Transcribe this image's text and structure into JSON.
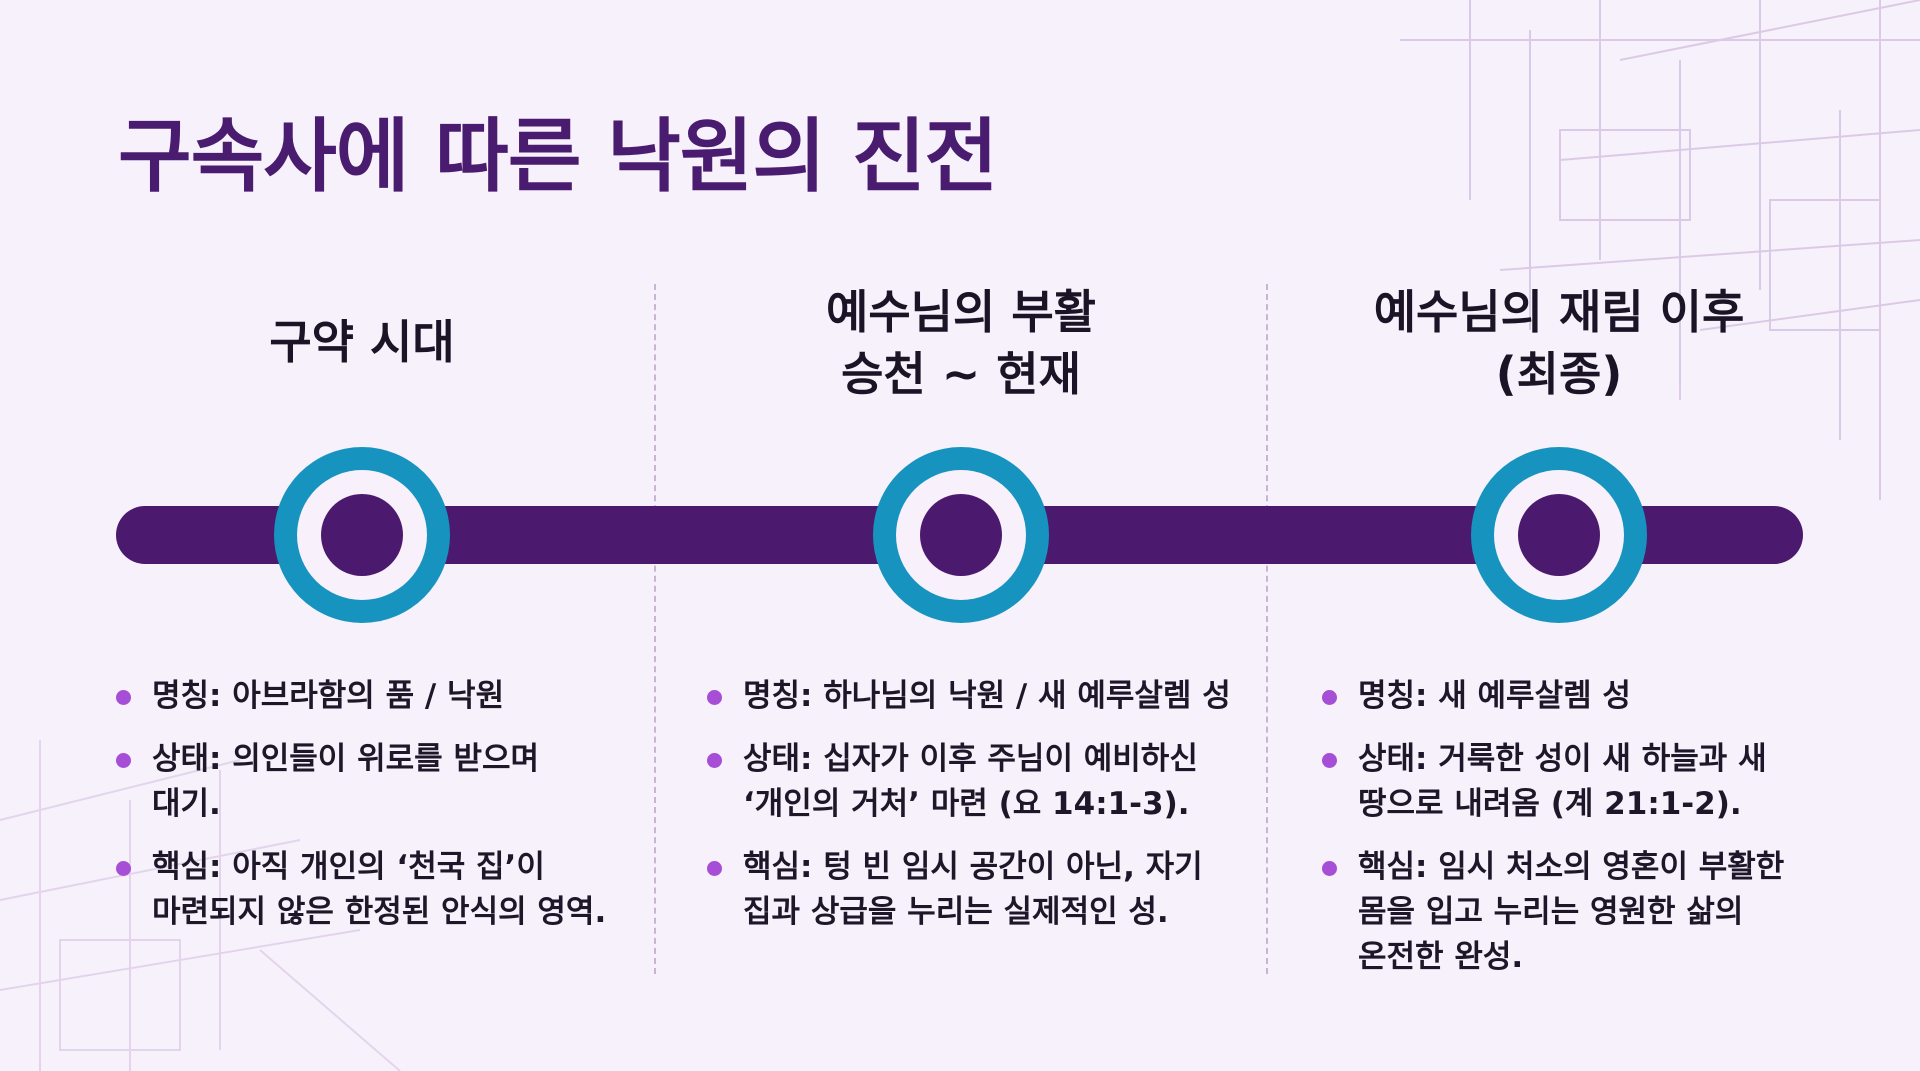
{
  "title": "구속사에 따른 낙원의 진전",
  "colors": {
    "title": "#4a1c70",
    "track": "#4b1a6e",
    "node_ring": "#1694bf",
    "bullet": "#a64fd6",
    "background": "#f7f1fb"
  },
  "columns": [
    {
      "heading": [
        "구약 시대"
      ],
      "bullets": [
        {
          "lines": [
            "명칭: 아브라함의 품 / 낙원"
          ]
        },
        {
          "lines": [
            "상태: 의인들이 위로를 받으며",
            "대기."
          ]
        },
        {
          "lines": [
            "핵심: 아직 개인의 ‘천국 집’이",
            "마련되지 않은 한정된 안식의 영역."
          ]
        }
      ]
    },
    {
      "heading": [
        "예수님의 부활",
        "승천 ~ 현재"
      ],
      "bullets": [
        {
          "lines": [
            "명칭: 하나님의 낙원 / 새 예루살렘 성"
          ]
        },
        {
          "lines": [
            "상태: 십자가 이후 주님이 예비하신",
            "‘개인의 거처’ 마련 (요 14:1-3)."
          ]
        },
        {
          "lines": [
            "핵심: 텅 빈 임시 공간이 아닌, 자기",
            "집과 상급을 누리는 실제적인 성."
          ]
        }
      ]
    },
    {
      "heading": [
        "예수님의 재림 이후",
        "(최종)"
      ],
      "bullets": [
        {
          "lines": [
            "명칭: 새 예루살렘 성"
          ]
        },
        {
          "lines": [
            "상태: 거룩한 성이 새 하늘과 새",
            "땅으로 내려옴 (계 21:1-2)."
          ]
        },
        {
          "lines": [
            "핵심: 임시 처소의 영혼이 부활한",
            "몸을 입고 누리는 영원한 삶의",
            "온전한 완성."
          ]
        }
      ]
    }
  ]
}
